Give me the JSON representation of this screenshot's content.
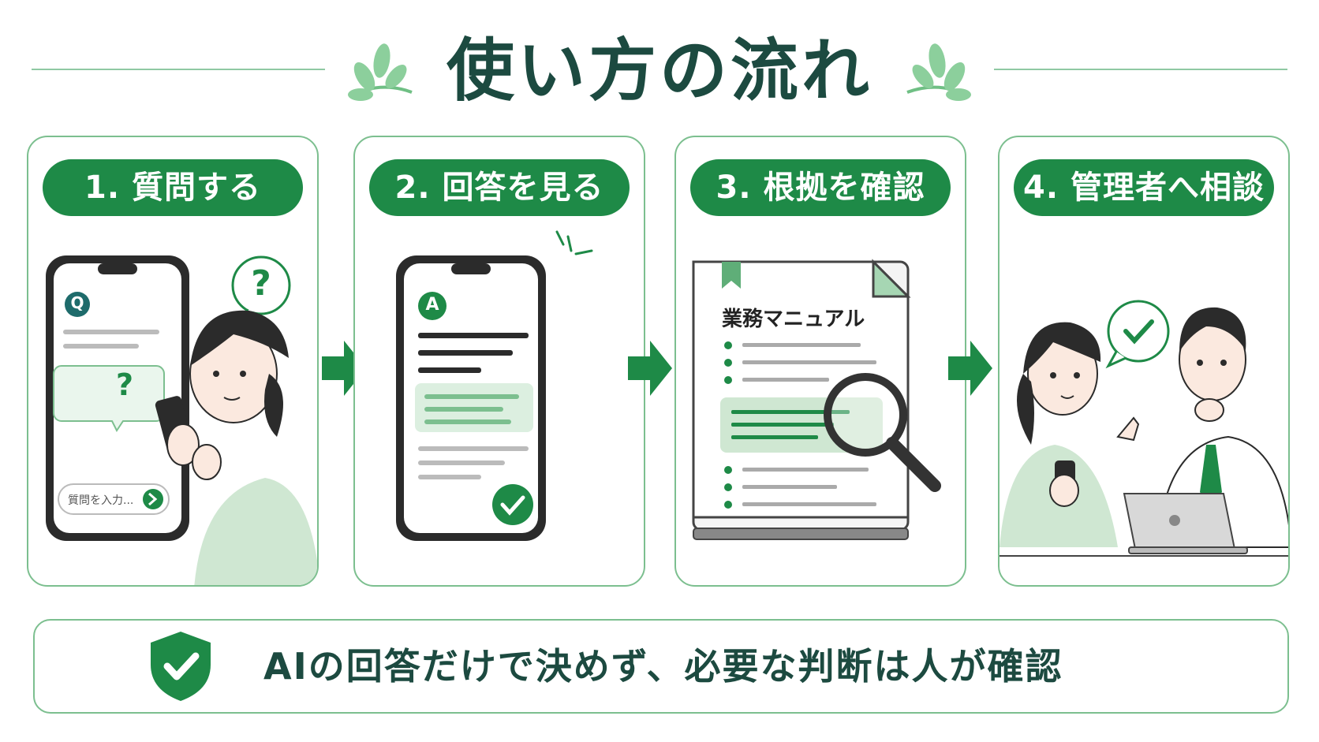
{
  "title": "使い方の流れ",
  "steps": [
    {
      "label": "1. 質問する"
    },
    {
      "label": "2. 回答を見る"
    },
    {
      "label": "3. 根拠を確認"
    },
    {
      "label": "4. 管理者へ相談"
    }
  ],
  "step1": {
    "q_badge": "Q",
    "question_mark": "?",
    "input_placeholder": "質問を入力..."
  },
  "step2": {
    "a_badge": "A"
  },
  "step3": {
    "doc_title": "業務マニュアル"
  },
  "footer": {
    "text": "AIの回答だけで決めず、必要な判断は人が確認"
  },
  "colors": {
    "primary": "#1e8a47",
    "border": "#7cbf8f",
    "light_green": "#dcefe0",
    "title": "#1c4a40"
  }
}
